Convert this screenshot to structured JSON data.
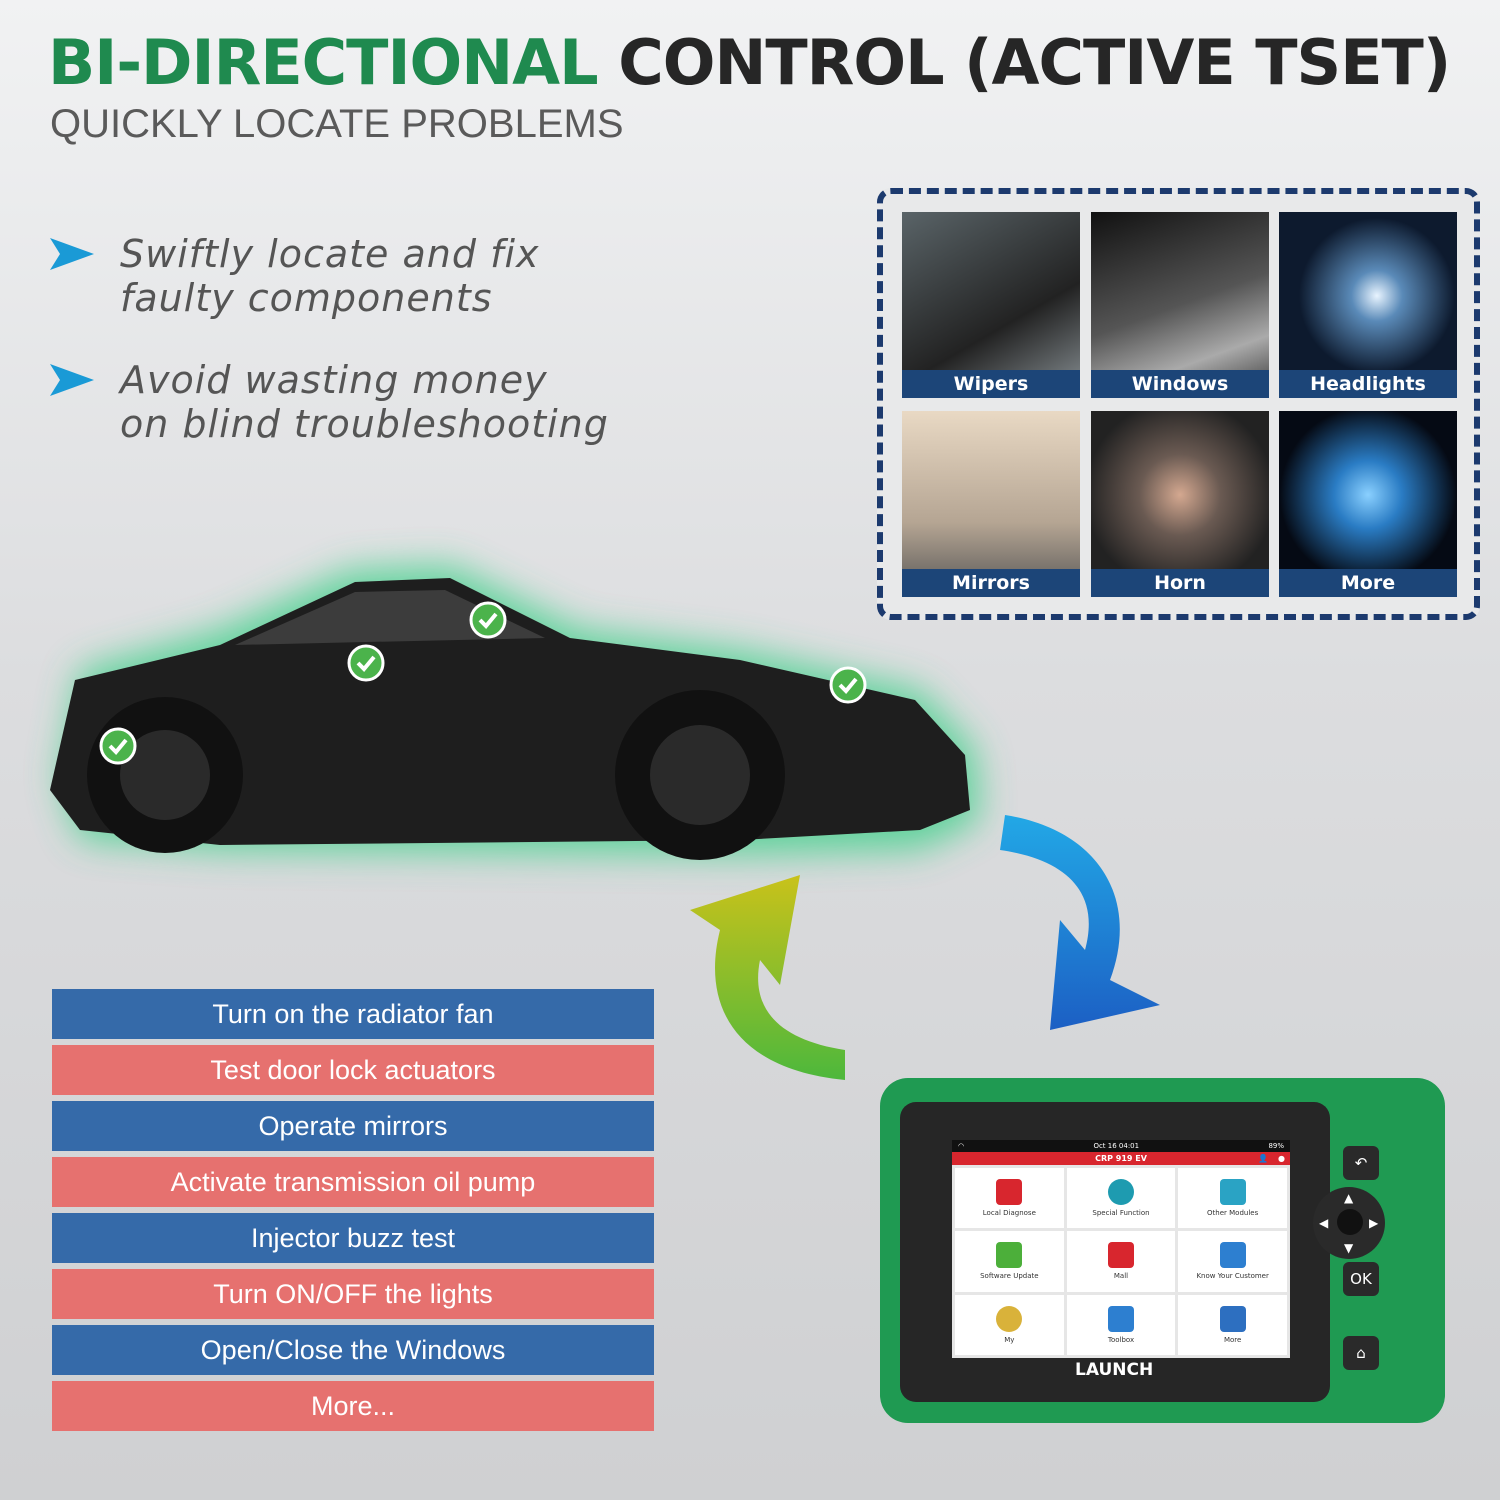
{
  "header": {
    "title_green": "BI-DIRECTIONAL",
    "title_dark": "CONTROL (ACTIVE TSET)",
    "subtitle": "QUICKLY LOCATE PROBLEMS"
  },
  "bullets": [
    {
      "line1": "Swiftly locate and fix",
      "line2": "faulty components"
    },
    {
      "line1": "Avoid wasting money",
      "line2": "on blind troubleshooting"
    }
  ],
  "functions": [
    "Wipers",
    "Windows",
    "Headlights",
    "Mirrors",
    "Horn",
    "More"
  ],
  "tests": [
    "Turn on the radiator fan",
    "Test door lock actuators",
    "Operate mirrors",
    "Activate transmission oil pump",
    "Injector buzz test",
    "Turn ON/OFF the lights",
    "Open/Close the Windows",
    "More..."
  ],
  "device": {
    "time": "Oct 16 04:01",
    "battery": "89%",
    "model": "CRP 919 EV",
    "brand": "LAUNCH",
    "ok_label": "OK",
    "apps": [
      {
        "label": "Local Diagnose",
        "color": "#d8262e"
      },
      {
        "label": "Special Function",
        "color": "#1e9bb0"
      },
      {
        "label": "Other Modules",
        "color": "#2aa3c4"
      },
      {
        "label": "Software Update",
        "color": "#4caf3a"
      },
      {
        "label": "Mall",
        "color": "#d8262e"
      },
      {
        "label": "Know Your Customer",
        "color": "#2d7fd0"
      },
      {
        "label": "My",
        "color": "#d9b23a"
      },
      {
        "label": "Toolbox",
        "color": "#2d7fd0"
      },
      {
        "label": "More",
        "color": "#2d6fc0"
      }
    ]
  },
  "colors": {
    "green": "#1f8a4f",
    "blue_bar": "#356aa9",
    "red_bar": "#e6716f",
    "navy": "#1c3a6e"
  }
}
